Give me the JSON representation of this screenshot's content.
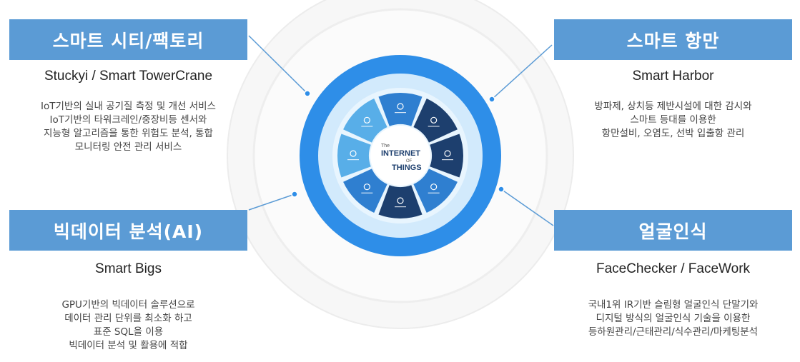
{
  "panels": {
    "top_left": {
      "title": "스마트 시티/팩토리",
      "subtitle": "Stuckyi / Smart TowerCrane",
      "lines": [
        "IoT기반의 실내 공기질 측정 및 개선 서비스",
        "IoT기반의 타워크레인/중장비등 센서와",
        "지능형 알고리즘을 통한 위험도 분석, 통합",
        "모니터링 안전 관리 서비스"
      ]
    },
    "top_right": {
      "title": "스마트 항만",
      "subtitle": "Smart Harbor",
      "lines": [
        "방파제, 상치등 제반시설에 대한 감시와",
        "스마트 등대를 이용한",
        "항만설비, 오염도, 선박 입출항 관리"
      ]
    },
    "bottom_left": {
      "title": "빅데이터 분석(AI)",
      "subtitle": "Smart Bigs",
      "lines": [
        "GPU기반의 빅데이터 솔루션으로",
        "데이터 관리 단위를 최소화 하고",
        "표준 SQL을 이용",
        "빅데이터 분석 및 활용에 적합"
      ]
    },
    "bottom_right": {
      "title": "얼굴인식",
      "subtitle": "FaceChecker / FaceWork",
      "lines": [
        "국내1위 IR기반 슬림형 얼굴인식 단말기와",
        "디지털 방식의 얼굴인식 기술을 이용한",
        "등하원관리/근태관리/식수관리/마케팅분석"
      ]
    }
  },
  "hub": {
    "center_the": "The",
    "center_internet": "INTERNET",
    "center_of": "OF",
    "center_things": "THINGS"
  },
  "colors": {
    "header": "#5b9bd5",
    "ring_blue": "#2e8ee8",
    "ring_light": "#cfe8fb",
    "segment_dark": "#1d3f6e",
    "segment_mid": "#2f7fd0",
    "segment_light": "#58aee8"
  }
}
